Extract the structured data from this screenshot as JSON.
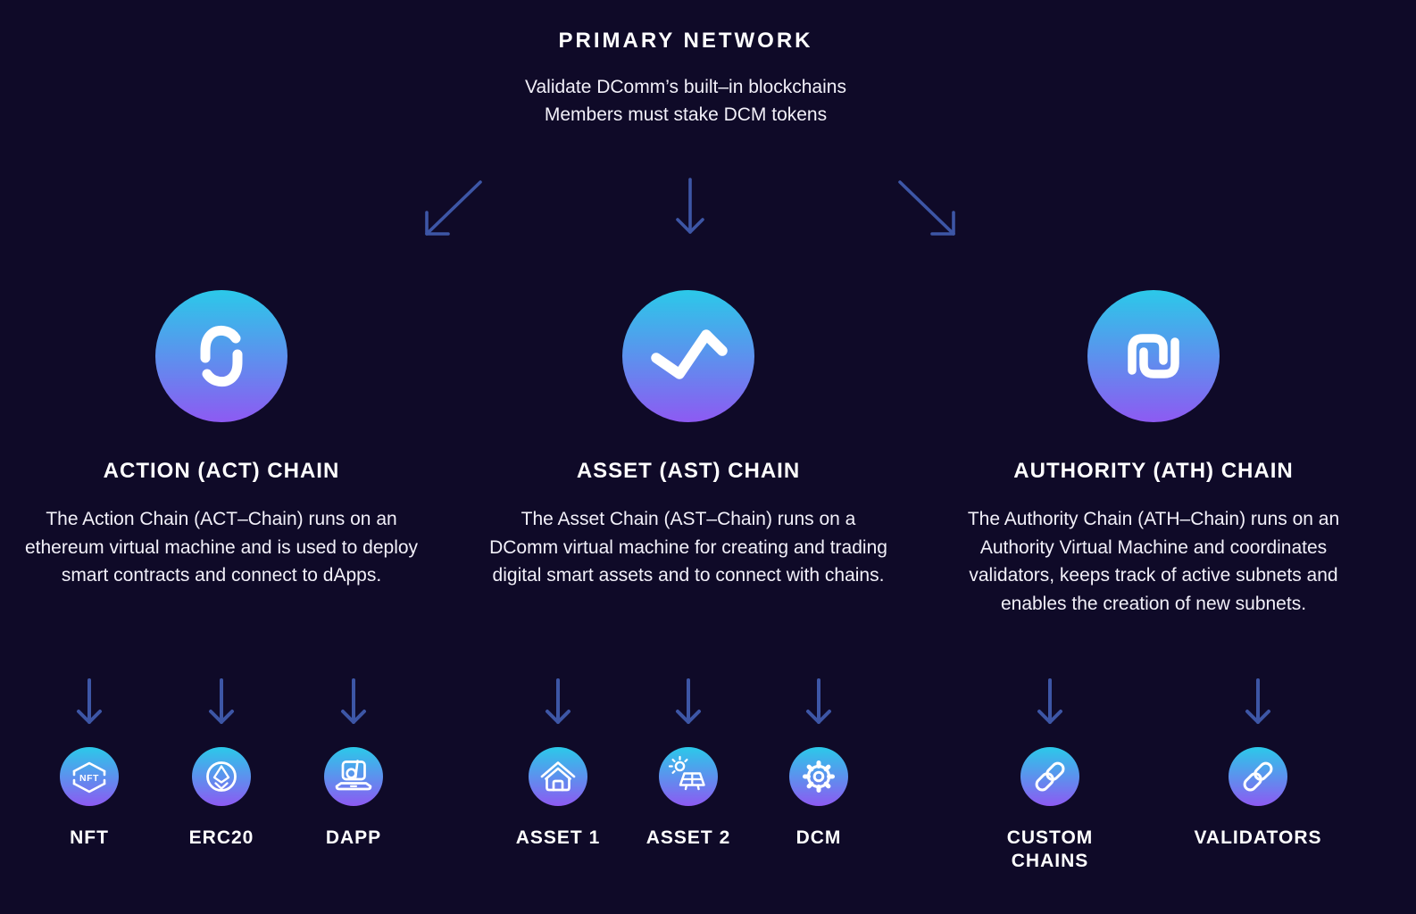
{
  "colors": {
    "bg": "#0f0a28",
    "text": "#f2f0f9",
    "arrow": "#3d56a6",
    "grad_top": "#2bc9e9",
    "grad_bottom": "#8d5af2",
    "icon": "#ffffff"
  },
  "header": {
    "title": "PRIMARY NETWORK",
    "subtitle_line1": "Validate DComm’s built–in blockchains",
    "subtitle_line2": "Members must stake DCM tokens"
  },
  "columns": [
    {
      "title": "ACTION (ACT) CHAIN",
      "icon": "s-link-icon",
      "description": "The Action Chain (ACT–Chain) runs on an ethereum virtual machine and is used to deploy smart contracts and connect to dApps.",
      "children": [
        {
          "label": "NFT",
          "icon": "nft-hexagon-icon"
        },
        {
          "label": "ERC20",
          "icon": "erc20-ethereum-icon"
        },
        {
          "label": "DAPP",
          "icon": "dapp-laptop-icon"
        }
      ]
    },
    {
      "title": "ASSET (AST) CHAIN",
      "icon": "zigzag-trend-icon",
      "description": "The Asset Chain (AST–Chain) runs on a DComm virtual machine for creating and trading digital smart assets and to connect with chains.",
      "children": [
        {
          "label": "ASSET 1",
          "icon": "house-icon"
        },
        {
          "label": "ASSET 2",
          "icon": "solar-panel-icon"
        },
        {
          "label": "DCM",
          "icon": "gear-icon"
        }
      ]
    },
    {
      "title": "AUTHORITY (ATH) CHAIN",
      "icon": "shekel-interlock-icon",
      "description": "The Authority Chain (ATH–Chain) runs on an Authority Virtual Machine and coordinates validators, keeps track of active subnets and enables the creation of new subnets.",
      "children": [
        {
          "label": "CUSTOM CHAINS",
          "icon": "chain-link-icon"
        },
        {
          "label": "VALIDATORS",
          "icon": "chain-link-icon"
        }
      ]
    }
  ]
}
